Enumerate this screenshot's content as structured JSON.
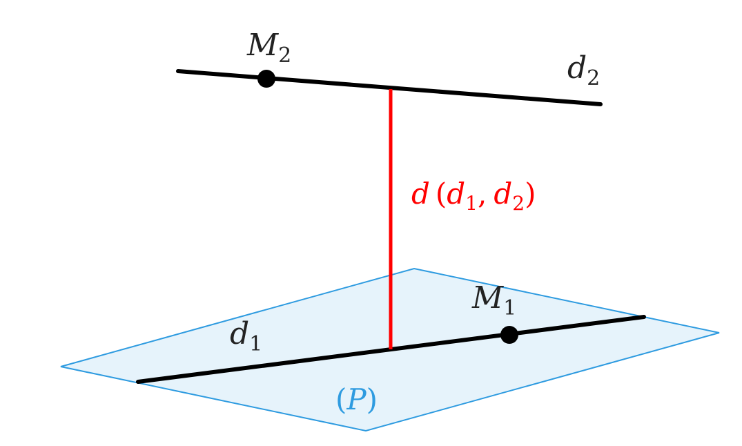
{
  "colors": {
    "background": "#ffffff",
    "plane_fill": "#e6f3fb",
    "plane_stroke": "#2e9be0",
    "line": "#000000",
    "distance": "#ff0000",
    "text": "#222222"
  },
  "diagram": {
    "plane": {
      "name": "P",
      "open_paren": "(",
      "close_paren": ")"
    },
    "line_d1": {
      "letter": "d",
      "sub": "1"
    },
    "line_d2": {
      "letter": "d",
      "sub": "2"
    },
    "point_m1": {
      "letter": "M",
      "sub": "1"
    },
    "point_m2": {
      "letter": "M",
      "sub": "2"
    },
    "distance": {
      "func": "d",
      "open": "(",
      "a_letter": "d",
      "a_sub": "1",
      "sep": ",",
      "b_letter": "d",
      "b_sub": "2",
      "close": ")"
    }
  }
}
